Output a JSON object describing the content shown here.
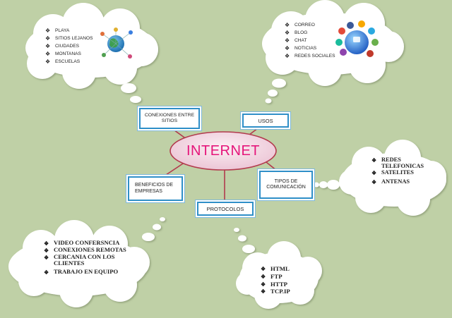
{
  "center": {
    "label": "INTERNET"
  },
  "nodes": {
    "conexiones": {
      "label": "CONEXIONES ENTRE SITIOS"
    },
    "usos": {
      "label": "USOS"
    },
    "beneficios": {
      "label": "BENEFICIOS DE EMPRESAS"
    },
    "tipos": {
      "label": "TIPOS DE COMUNICACIÓN"
    },
    "protocolos": {
      "label": "PROTOCOLOS"
    }
  },
  "clouds": {
    "conexiones": {
      "items": [
        "PLAYA",
        "SITIOS LEJANOS",
        "CIUDADES",
        "MONTANAS",
        "ESCUELAS"
      ]
    },
    "usos": {
      "items": [
        "CORREO",
        "BLOG",
        "CHAT",
        "NOTICIAS",
        "REDES SOCIALES"
      ]
    },
    "tipos": {
      "items": [
        "REDES TELEFONICAS",
        "SATELITES",
        "ANTENAS"
      ]
    },
    "beneficios": {
      "items": [
        "VIDEO CONFERSNCIA",
        "CONEXIONES REMOTAS",
        "CERCANIA CON LOS CLIENTES",
        "TRABAJO EN EQUIPO"
      ]
    },
    "protocolos": {
      "items": [
        "HTML",
        "FTP",
        "HTTP",
        "TCP.IP"
      ]
    }
  },
  "colors": {
    "background": "#bfd0a6",
    "center_fill": "#f3d9e3",
    "center_text": "#e5157a",
    "box_border": "#2f8fc8",
    "connector": "#b23a4d",
    "cloud_fill": "#ffffff",
    "cloud_outline": "#9fae8e"
  },
  "icons": {
    "conexiones": "people-network-globe-icon",
    "usos": "social-media-globe-icon"
  }
}
